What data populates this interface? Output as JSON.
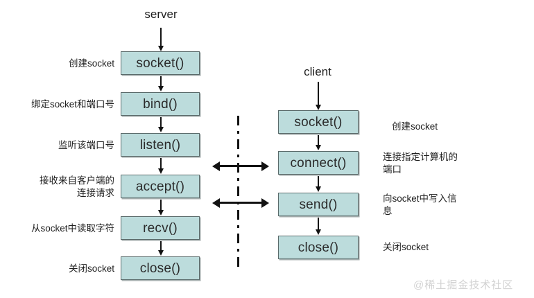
{
  "diagram": {
    "title_server": "server",
    "title_client": "client",
    "accent_fill": "#bcdcdc",
    "border_color": "#5a6a6a",
    "line_color": "#121212",
    "watermark": "@稀土掘金技术社区"
  },
  "server": {
    "label": "server",
    "steps": [
      {
        "call": "socket()",
        "note": "创建socket"
      },
      {
        "call": "bind()",
        "note": "绑定socket和端口号"
      },
      {
        "call": "listen()",
        "note": "监听该端口号"
      },
      {
        "call": "accept()",
        "note": "接收来自客户端的\n连接请求"
      },
      {
        "call": "recv()",
        "note": "从socket中读取字符"
      },
      {
        "call": "close()",
        "note": "关闭socket"
      }
    ]
  },
  "client": {
    "label": "client",
    "steps": [
      {
        "call": "socket()",
        "note": "创建socket"
      },
      {
        "call": "connect()",
        "note": "连接指定计算机的\n端口"
      },
      {
        "call": "send()",
        "note": "向socket中写入信\n息"
      },
      {
        "call": "close()",
        "note": "关闭socket"
      }
    ]
  }
}
